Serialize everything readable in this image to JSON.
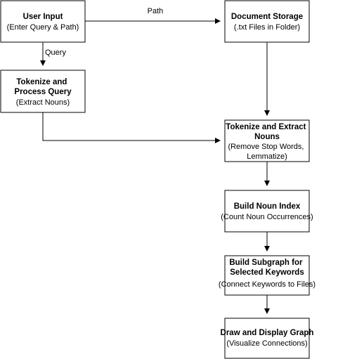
{
  "nodes": {
    "user_input": {
      "title": [
        "User Input"
      ],
      "subtitle": [
        "(Enter Query & Path)"
      ]
    },
    "document_storage": {
      "title": [
        "Document Storage"
      ],
      "subtitle": [
        "(.txt Files in Folder)"
      ]
    },
    "tokenize_query": {
      "title": [
        "Tokenize and",
        "Process Query"
      ],
      "subtitle": [
        "(Extract Nouns)"
      ]
    },
    "tokenize_nouns": {
      "title": [
        "Tokenize and Extract",
        "Nouns"
      ],
      "subtitle": [
        "(Remove Stop Words,",
        "Lemmatize)"
      ]
    },
    "noun_index": {
      "title": [
        "Build Noun Index"
      ],
      "subtitle": [
        "(Count Noun Occurrences)"
      ]
    },
    "subgraph": {
      "title": [
        "Build Subgraph for",
        "Selected Keywords"
      ],
      "subtitle": [
        "(Connect Keywords to Files)"
      ]
    },
    "draw_graph": {
      "title": [
        "Draw and Display Graph"
      ],
      "subtitle": [
        "(Visualize Connections)"
      ]
    }
  },
  "edges": {
    "path_label": "Path",
    "query_label": "Query"
  }
}
